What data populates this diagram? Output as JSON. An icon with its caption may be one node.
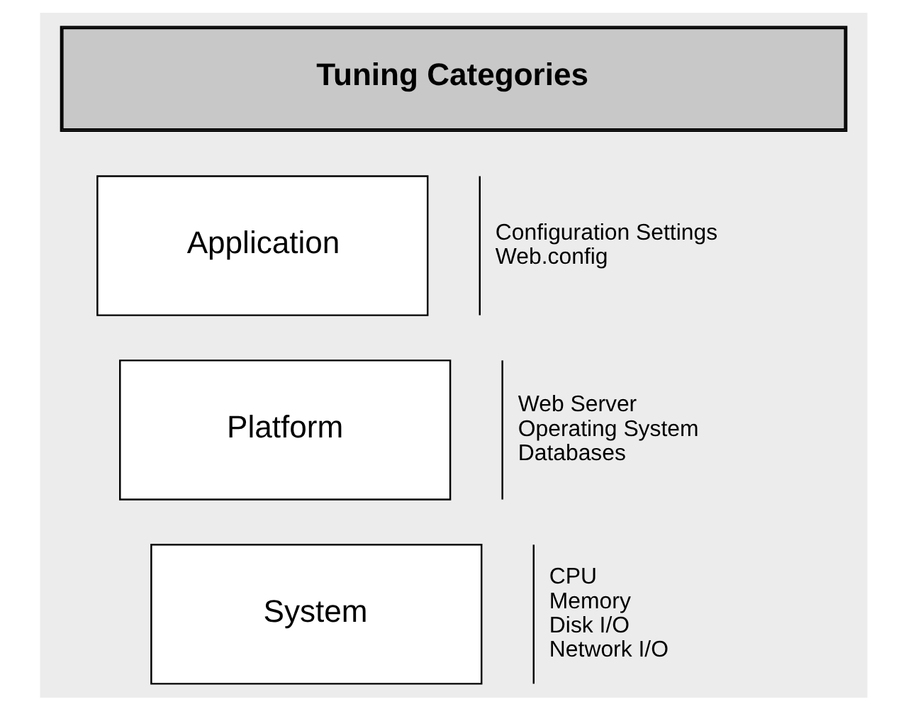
{
  "diagram": {
    "nodes": [
      {
        "text": [
          "Tuning Categories"
        ]
      },
      {
        "text": [
          "Application"
        ],
        "beside": [
          "Configuration Settings",
          "Web.config"
        ]
      },
      {
        "text": [
          "Platform"
        ],
        "beside": [
          "Web Server",
          "Operating System",
          "Databases"
        ]
      },
      {
        "text": [
          "System"
        ],
        "beside": [
          "CPU",
          "Memory",
          "Disk I/O",
          "Network I/O"
        ]
      }
    ]
  }
}
